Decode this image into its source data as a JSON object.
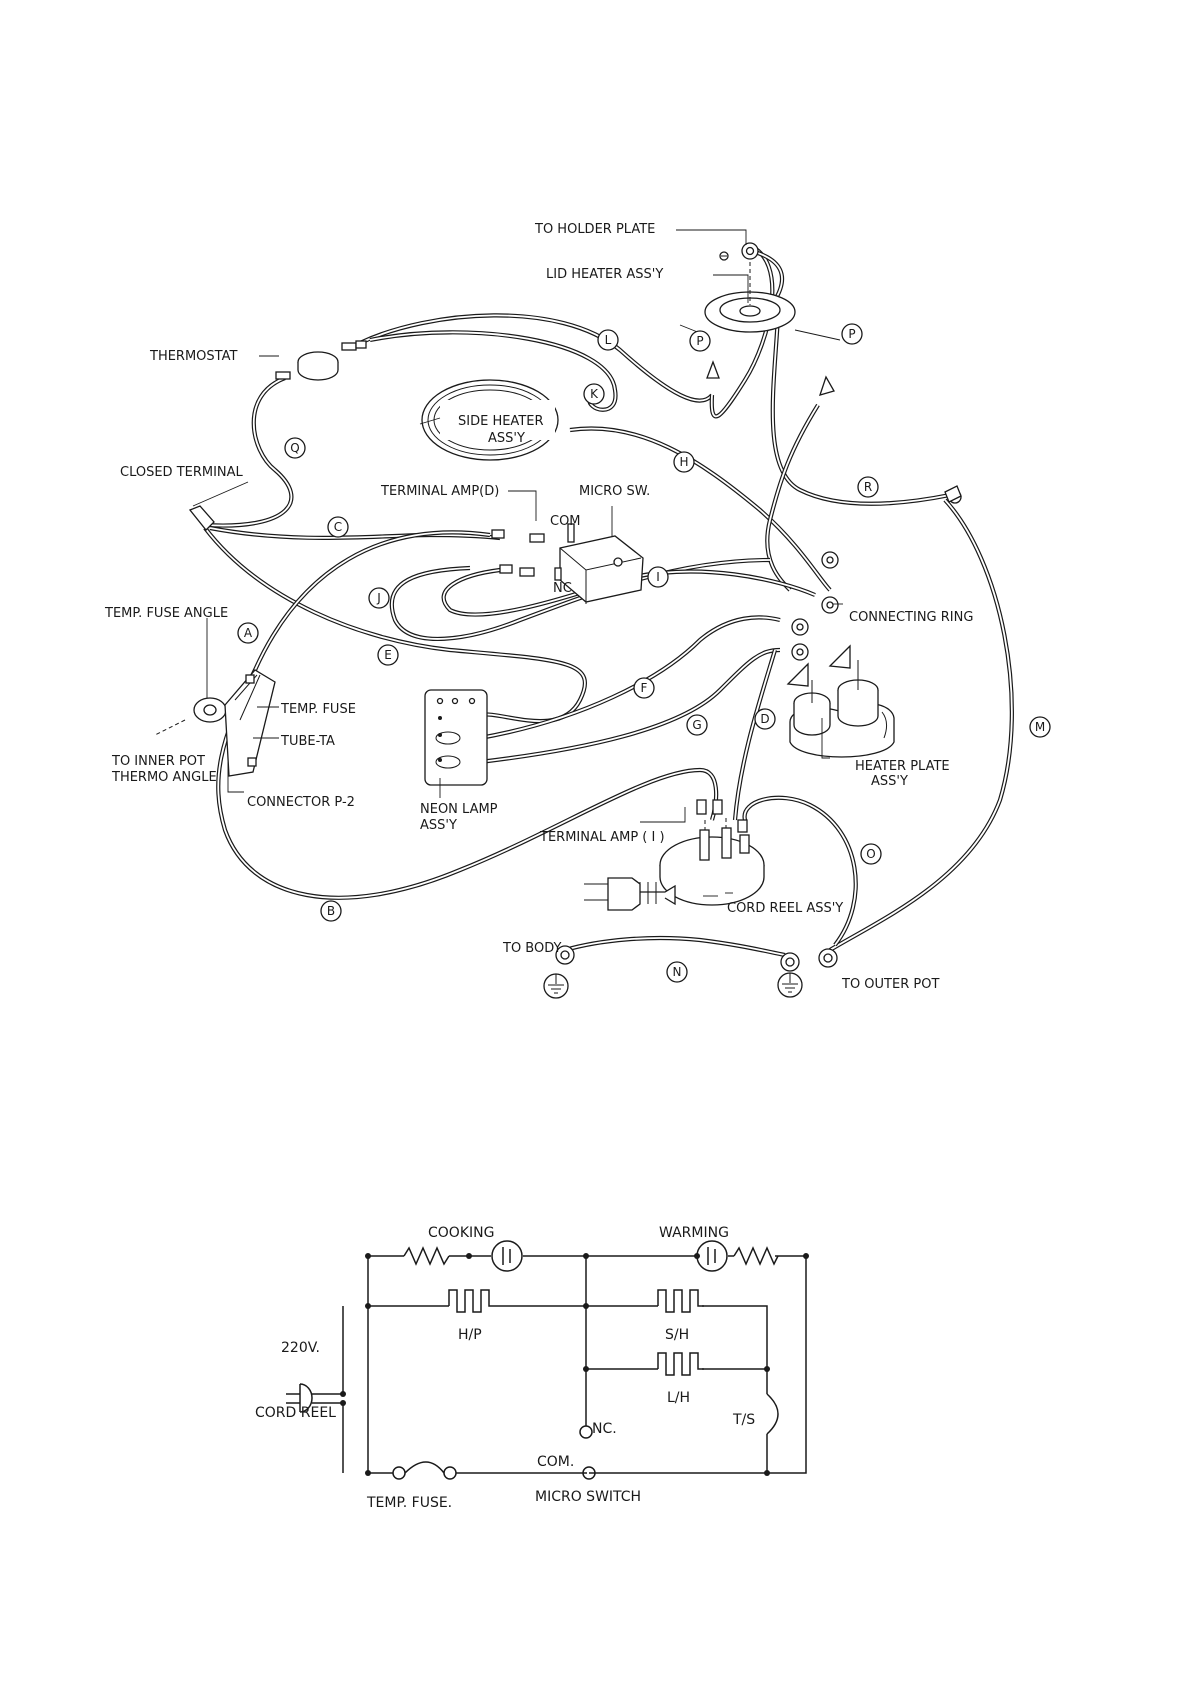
{
  "wiring": {
    "labels": {
      "to_holder_plate": "TO HOLDER PLATE",
      "lid_heater": "LID HEATER ASS'Y",
      "thermostat": "THERMOSTAT",
      "side_heater_1": "SIDE HEATER",
      "side_heater_2": "ASS'Y",
      "closed_terminal": "CLOSED TERMINAL",
      "terminal_amp_d": "TERMINAL AMP(D)",
      "micro_sw": "MICRO SW.",
      "com": "COM",
      "nc": "NC",
      "temp_fuse_angle": "TEMP. FUSE ANGLE",
      "temp_fuse": "TEMP. FUSE",
      "tube_ta": "TUBE-TA",
      "to_inner_pot_1": "TO INNER POT",
      "to_inner_pot_2": "THERMO ANGLE",
      "connector_p2": "CONNECTOR P-2",
      "neon_lamp_1": "NEON LAMP",
      "neon_lamp_2": "ASS'Y",
      "connecting_ring": "CONNECTING RING",
      "heater_plate_1": "HEATER PLATE",
      "heater_plate_2": "ASS'Y",
      "terminal_amp_i": "TERMINAL AMP ( I )",
      "cord_reel": "CORD REEL ASS'Y",
      "to_body": "TO BODY",
      "to_outer_pot": "TO OUTER POT"
    },
    "wire_letters": {
      "A": "A",
      "B": "B",
      "C": "C",
      "D": "D",
      "E": "E",
      "F": "F",
      "G": "G",
      "H": "H",
      "I": "I",
      "J": "J",
      "K": "K",
      "L": "L",
      "M": "M",
      "N": "N",
      "O": "O",
      "P1": "P",
      "P2": "P",
      "Q": "Q",
      "R": "R"
    }
  },
  "schematic": {
    "cooking": "COOKING",
    "warming": "WARMING",
    "hp": "H/P",
    "sh": "S/H",
    "lh": "L/H",
    "ts": "T/S",
    "voltage": "220V.",
    "cord_reel": "CORD REEL",
    "nc": "NC.",
    "com": "COM.",
    "temp_fuse": "TEMP. FUSE.",
    "micro_switch": "MICRO SWITCH"
  }
}
